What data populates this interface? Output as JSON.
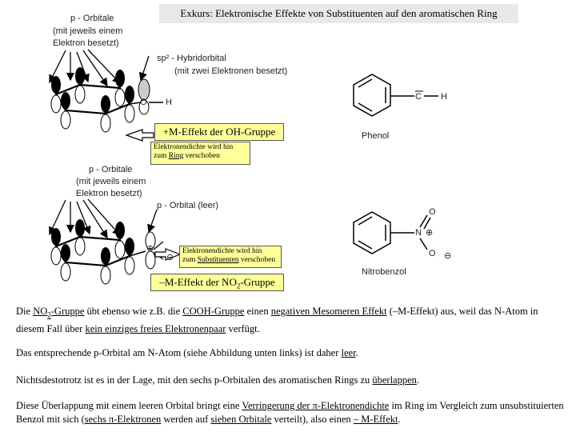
{
  "title": "Exkurs: Elektronische Effekte von Substituenten auf den aromatischen Ring",
  "top_figure": {
    "p_orbitals_label": [
      "p - Orbitale",
      "(mit jeweils einem",
      "Elektron besetzt)"
    ],
    "sp2_label": "sp² - Hybridorbital",
    "sp2_label_sub": "(mit zwei Elektronen besetzt)",
    "atom_o": "O",
    "atom_h": "H",
    "effect_label": "+M-Effekt der OH-Gruppe",
    "note_line1": "Elektronendichte wird hin",
    "note_line2_pre": "zum ",
    "note_line2_u": "Ring",
    "note_line2_post": " verschoben",
    "phenol_label": "Phenol",
    "phenol_c": "C",
    "phenol_h": "H"
  },
  "bottom_figure": {
    "p_orbitals_label": [
      "p - Orbitale",
      "(mit jeweils einem",
      "Elektron besetzt)"
    ],
    "p_orbital_empty_label": "p - Orbital (leer)",
    "plus_sign": "⊕",
    "minus_sign": "⊖",
    "note_line1": "Elektronendichte wird hin",
    "note_line2_pre": "zum ",
    "note_line2_u": "Substituenten",
    "note_line2_post": " verschoben",
    "effect_label_pre": "–M-Effekt der NO",
    "effect_label_sub": "2",
    "effect_label_post": "-Gruppe",
    "nitro_label": "Nitrobenzol",
    "nitro_o1": "O",
    "nitro_n": "N",
    "nitro_o2": "O",
    "nitro_minus": "⊖"
  },
  "paragraphs": {
    "p1": {
      "t1": "Die ",
      "u1": "NO",
      "sub": "2",
      "u1b": "-Gruppe",
      "t2": " übt ebenso wie z.B. die ",
      "u2": "COOH-Gruppe",
      "t3": " einen ",
      "u3": "negativen Mesomeren Effekt",
      "t4": " (–M-Effekt) aus, weil das N-Atom in diesem Fall über ",
      "u4": "kein einziges freies Elektronenpaar",
      "t5": " verfügt."
    },
    "p2": {
      "t1": "Das entsprechende p-Orbital am N-Atom (siehe Abbildung unten links) ist daher ",
      "u1": "leer",
      "t2": "."
    },
    "p3": {
      "t1": "Nichtsdestotrotz ist es in der Lage, mit den sechs p-Orbitalen des aromatischen Rings zu ",
      "u1": "überlappen",
      "t2": "."
    },
    "p4": {
      "t1": "Diese Überlappung mit einem leeren Orbital bringt eine ",
      "u1": "Verringerung der π-Elektronendichte",
      "t2": " im Ring im Vergleich zum unsubstituierten Benzol mit sich (",
      "u2": "sechs π-Elektronen",
      "t3": " werden auf ",
      "u3": "sieben Orbitale",
      "t4": " verteilt), also einen ",
      "u4": "– M-Effekt",
      "t5": "."
    }
  }
}
